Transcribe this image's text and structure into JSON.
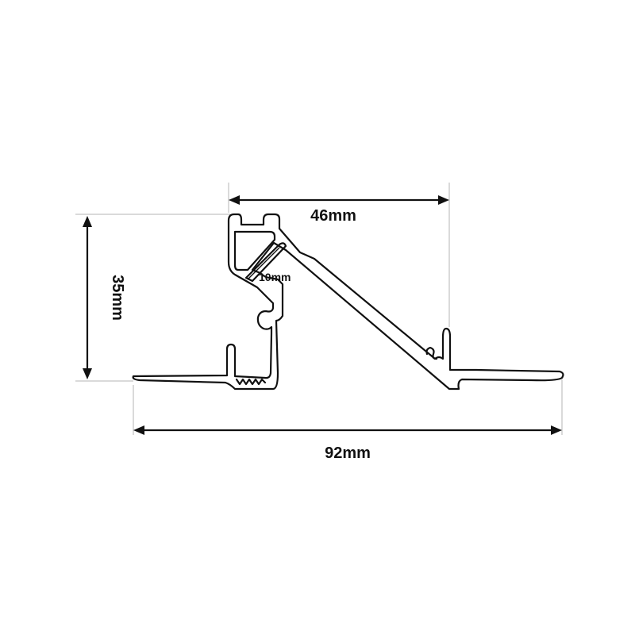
{
  "dimensions": {
    "width_total": "92mm",
    "top_width": "46mm",
    "height": "35mm",
    "channel": "10mm"
  }
}
